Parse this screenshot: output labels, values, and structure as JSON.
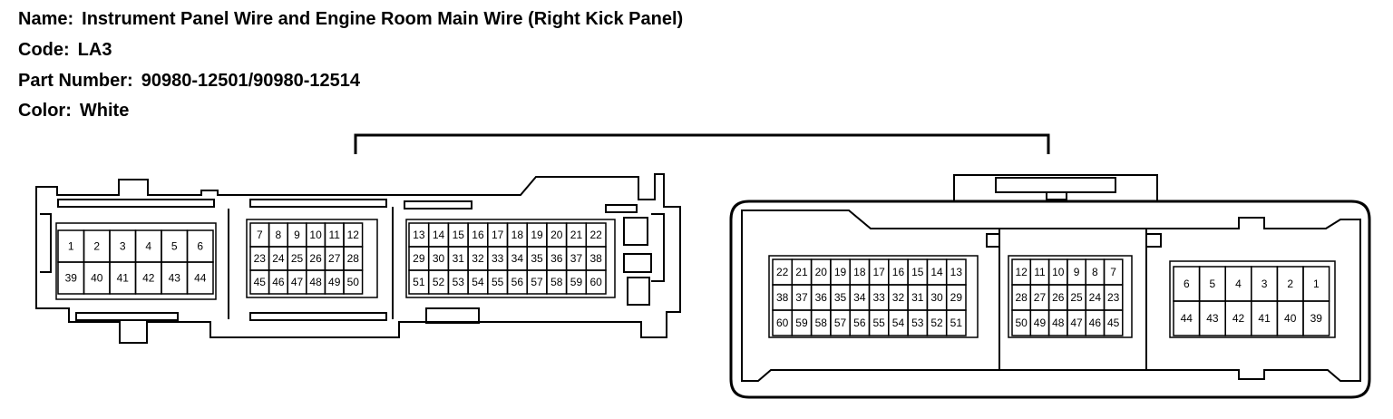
{
  "header": {
    "name_label": "Name:",
    "name_value": "Instrument Panel Wire and Engine Room Main Wire (Right Kick Panel)",
    "code_label": "Code:",
    "code_value": "LA3",
    "part_label": "Part Number:",
    "part_value": "90980-12501/90980-12514",
    "color_label": "Color:",
    "color_value": "White"
  },
  "left_connector": {
    "block_a": [
      [
        "1",
        "2",
        "3",
        "4",
        "5",
        "6"
      ],
      [
        "39",
        "40",
        "41",
        "42",
        "43",
        "44"
      ]
    ],
    "block_b": [
      [
        "7",
        "8",
        "9",
        "10",
        "11",
        "12"
      ],
      [
        "23",
        "24",
        "25",
        "26",
        "27",
        "28"
      ],
      [
        "45",
        "46",
        "47",
        "48",
        "49",
        "50"
      ]
    ],
    "block_c": [
      [
        "13",
        "14",
        "15",
        "16",
        "17",
        "18",
        "19",
        "20",
        "21",
        "22"
      ],
      [
        "29",
        "30",
        "31",
        "32",
        "33",
        "34",
        "35",
        "36",
        "37",
        "38"
      ],
      [
        "51",
        "52",
        "53",
        "54",
        "55",
        "56",
        "57",
        "58",
        "59",
        "60"
      ]
    ]
  },
  "right_connector": {
    "block_a": [
      [
        "22",
        "21",
        "20",
        "19",
        "18",
        "17",
        "16",
        "15",
        "14",
        "13"
      ],
      [
        "38",
        "37",
        "36",
        "35",
        "34",
        "33",
        "32",
        "31",
        "30",
        "29"
      ],
      [
        "60",
        "59",
        "58",
        "57",
        "56",
        "55",
        "54",
        "53",
        "52",
        "51"
      ]
    ],
    "block_b": [
      [
        "12",
        "11",
        "10",
        "9",
        "8",
        "7"
      ],
      [
        "28",
        "27",
        "26",
        "25",
        "24",
        "23"
      ],
      [
        "50",
        "49",
        "48",
        "47",
        "46",
        "45"
      ]
    ],
    "block_c": [
      [
        "6",
        "5",
        "4",
        "3",
        "2",
        "1"
      ],
      [
        "44",
        "43",
        "42",
        "41",
        "40",
        "39"
      ]
    ]
  }
}
